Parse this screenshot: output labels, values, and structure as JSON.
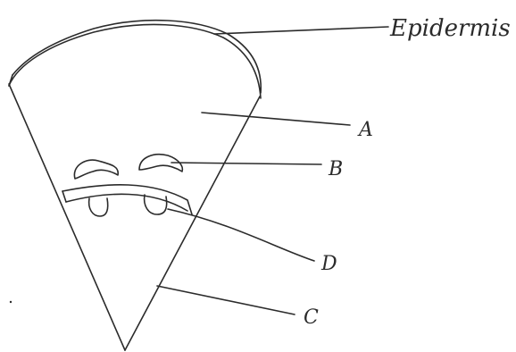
{
  "diagram": {
    "labels": {
      "epidermis": "Epidermis",
      "a": "A",
      "b": "B",
      "c": "C",
      "d": "D"
    }
  }
}
